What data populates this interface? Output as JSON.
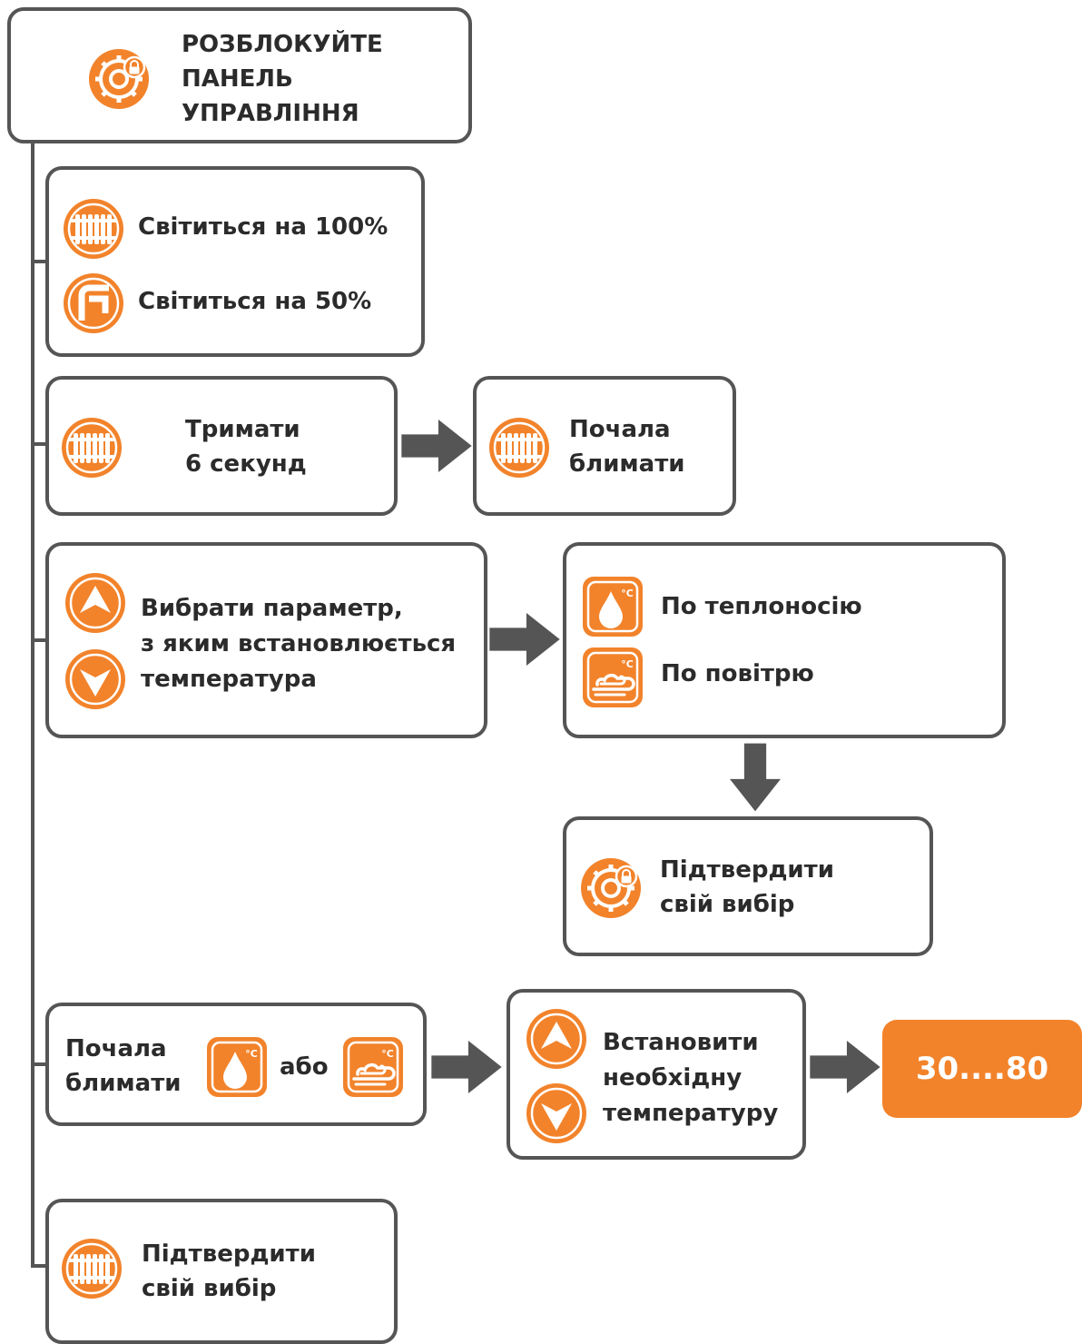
{
  "colors": {
    "accent": "#f2832b",
    "border": "#555555",
    "text": "#2b2b2b",
    "arrow": "#555555"
  },
  "header": {
    "icon": "gear-lock-icon",
    "line1": "РОЗБЛОКУЙТЕ",
    "line2": "ПАНЕЛЬ",
    "line3": "УПРАВЛІННЯ"
  },
  "step1": {
    "row1": {
      "icon": "radiator-icon",
      "label": "Світиться на 100%"
    },
    "row2": {
      "icon": "faucet-icon",
      "label": "Світиться на 50%"
    }
  },
  "step2": {
    "icon": "radiator-icon",
    "line1": "Тримати",
    "line2": "6 секунд",
    "result": {
      "icon": "radiator-icon",
      "line1": "Почала",
      "line2": "блимати"
    }
  },
  "step3": {
    "icons": [
      "arrow-up-icon",
      "arrow-down-icon"
    ],
    "line1": "Вибрати параметр,",
    "line2": "з яким встановлюється",
    "line3": "температура",
    "options": [
      {
        "icon": "water-drop-temp-icon",
        "label": "По теплоносію"
      },
      {
        "icon": "air-temp-icon",
        "label": "По повітрю"
      }
    ],
    "confirm": {
      "icon": "gear-lock-icon",
      "line1": "Підтвердити",
      "line2": "свій вибір"
    }
  },
  "step4": {
    "line1": "Почала",
    "line2": "блимати",
    "or": "або",
    "icons": [
      "water-drop-temp-icon",
      "air-temp-icon"
    ],
    "set": {
      "line1": "Встановити",
      "line2": "необхідну",
      "line3": "температуру"
    },
    "range": "30....80"
  },
  "step5": {
    "icon": "radiator-icon",
    "line1": "Підтвердити",
    "line2": "свій вибір"
  }
}
